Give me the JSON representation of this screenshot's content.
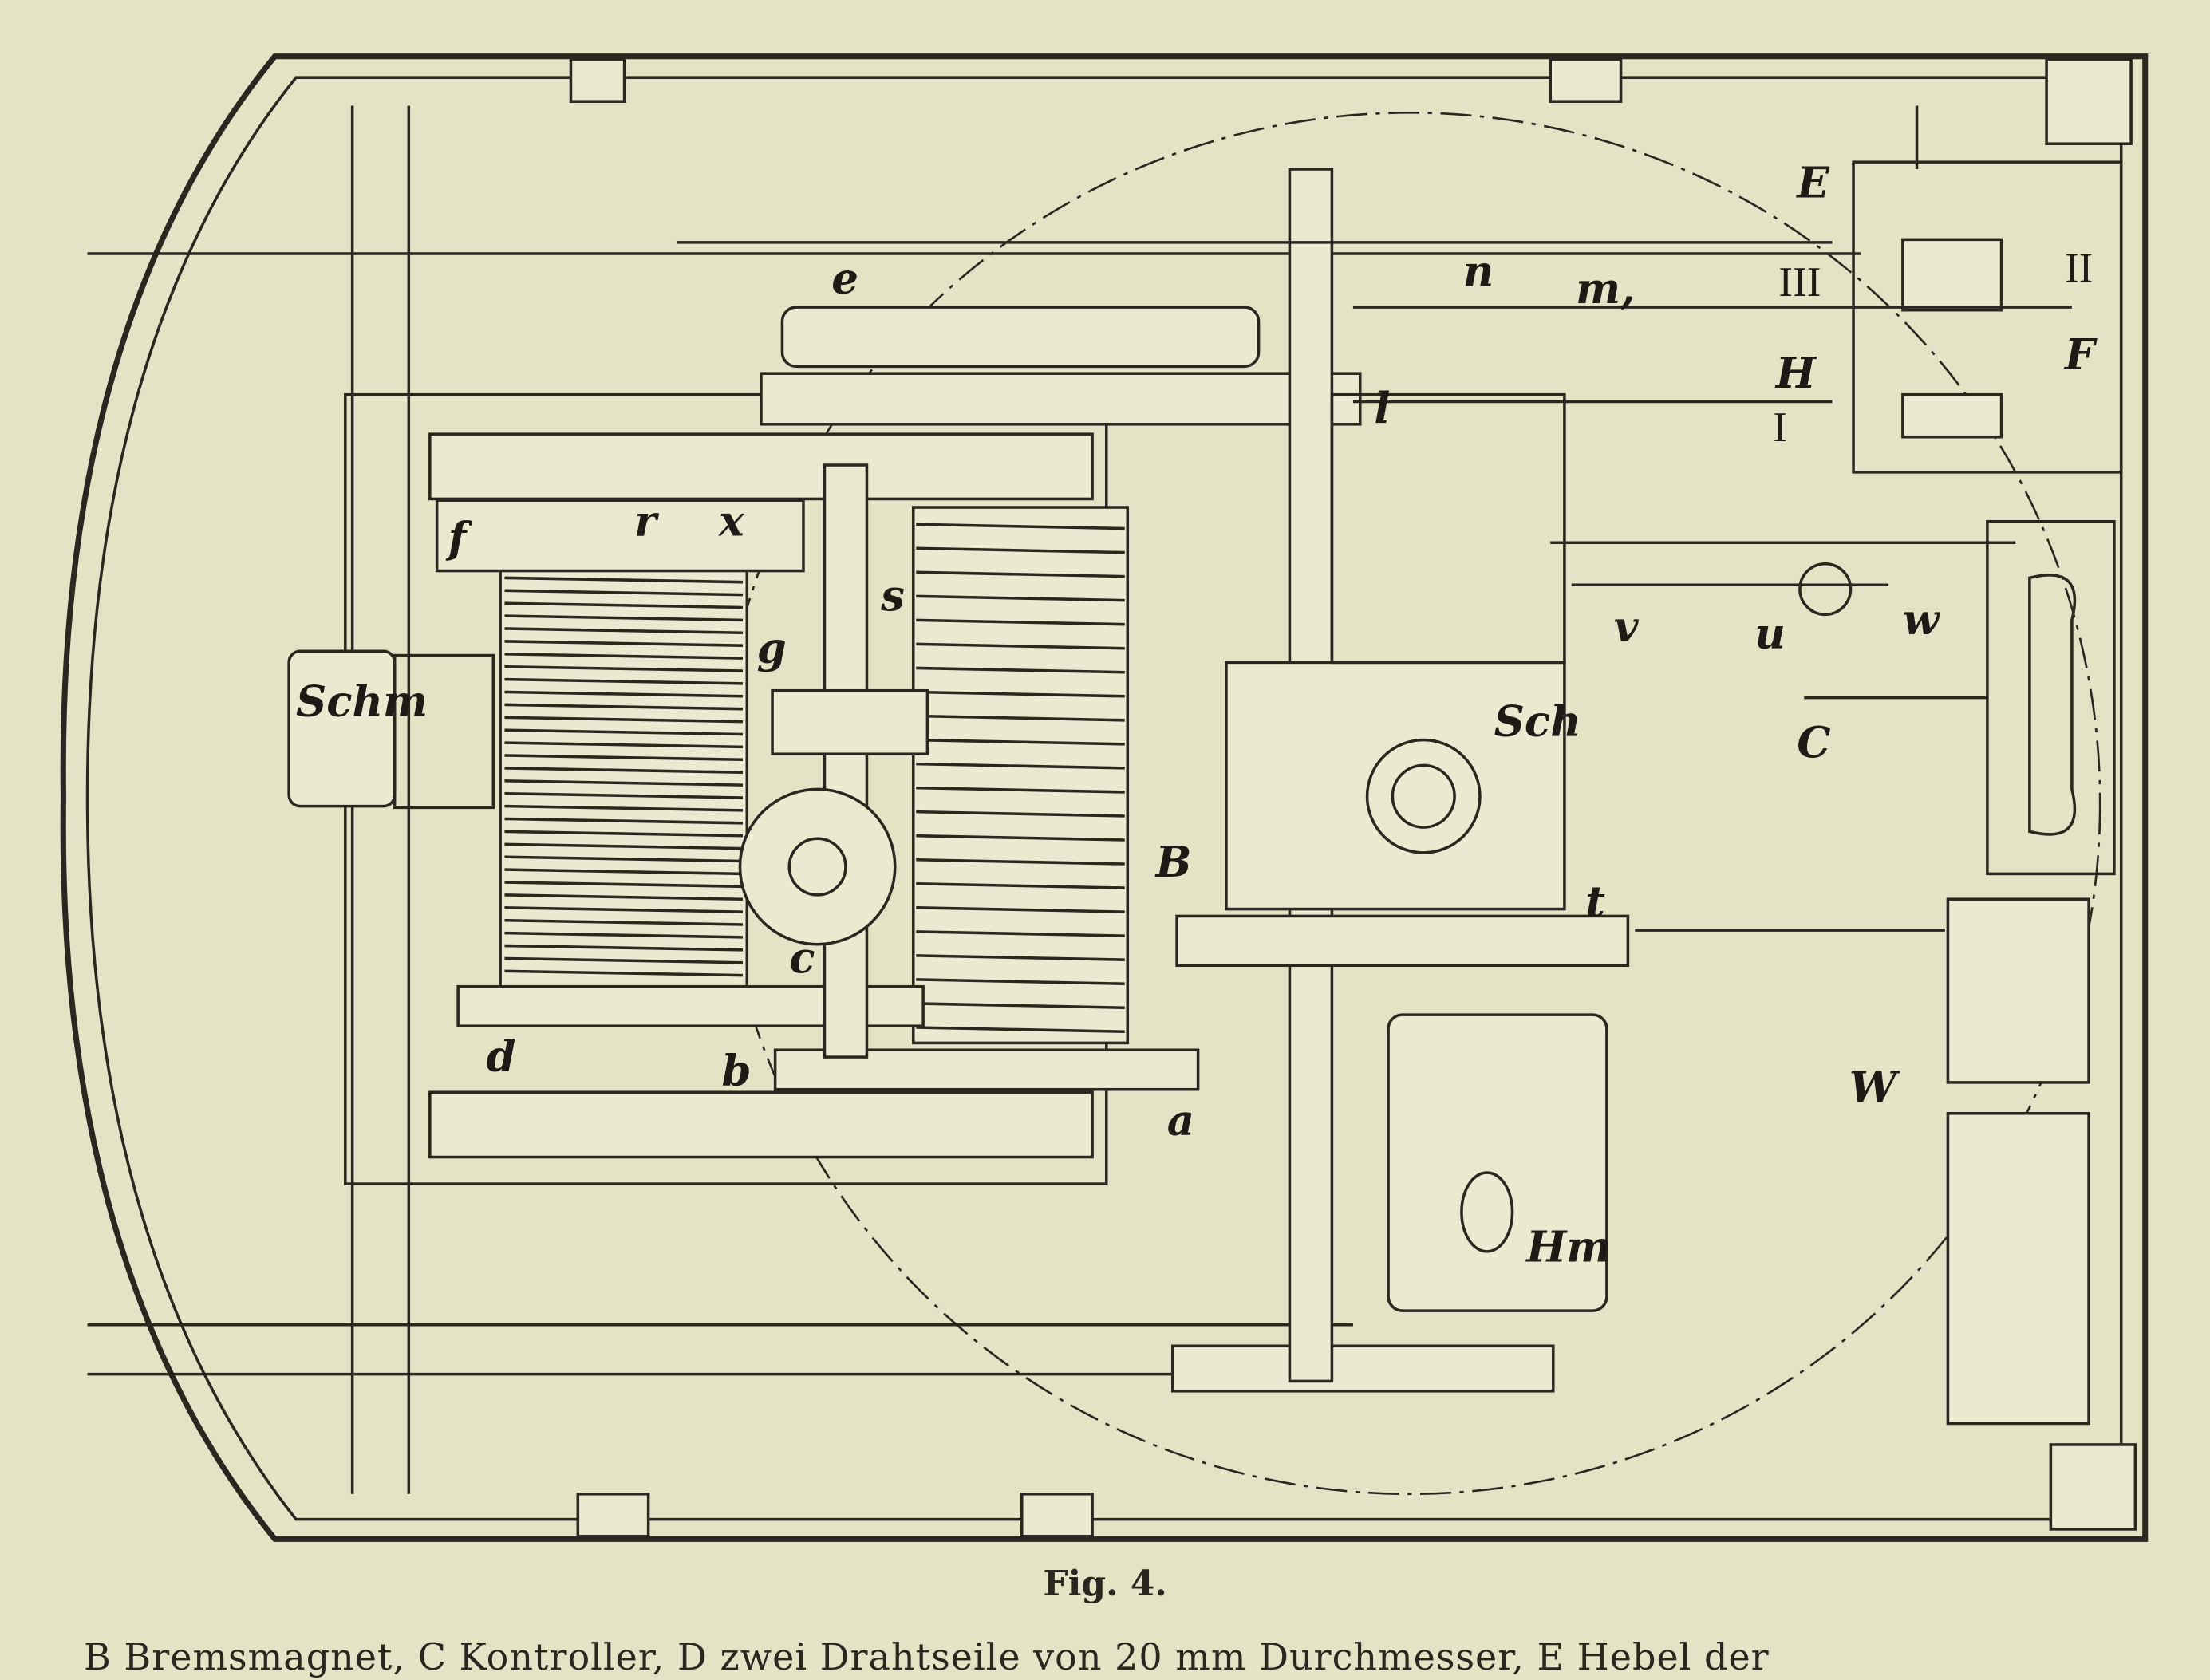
{
  "figure": {
    "title": "Fig. 4.",
    "caption": "B Bremsmagnet,  C Kontroller,  D zwei Drahtseile von 20 mm Durchmesser,  E Hebel der",
    "labels": {
      "e": "e",
      "n": "n",
      "m": "m,",
      "l": "l",
      "E": "E",
      "III": "III",
      "II": "II",
      "F": "F",
      "H": "H",
      "I": "I",
      "f": "f",
      "r": "r",
      "x": "x",
      "s": "s",
      "g": "g",
      "Schm": "Schm",
      "Sch": "Sch",
      "v": "v",
      "u": "u",
      "w": "w",
      "C": "C",
      "B": "B",
      "t": "t",
      "c": "c",
      "d": "d",
      "b": "b",
      "a": "a",
      "W": "W",
      "Hm": "Hm"
    }
  },
  "colors": {
    "paper": "#e5e3c6",
    "ink": "#2a2620"
  }
}
